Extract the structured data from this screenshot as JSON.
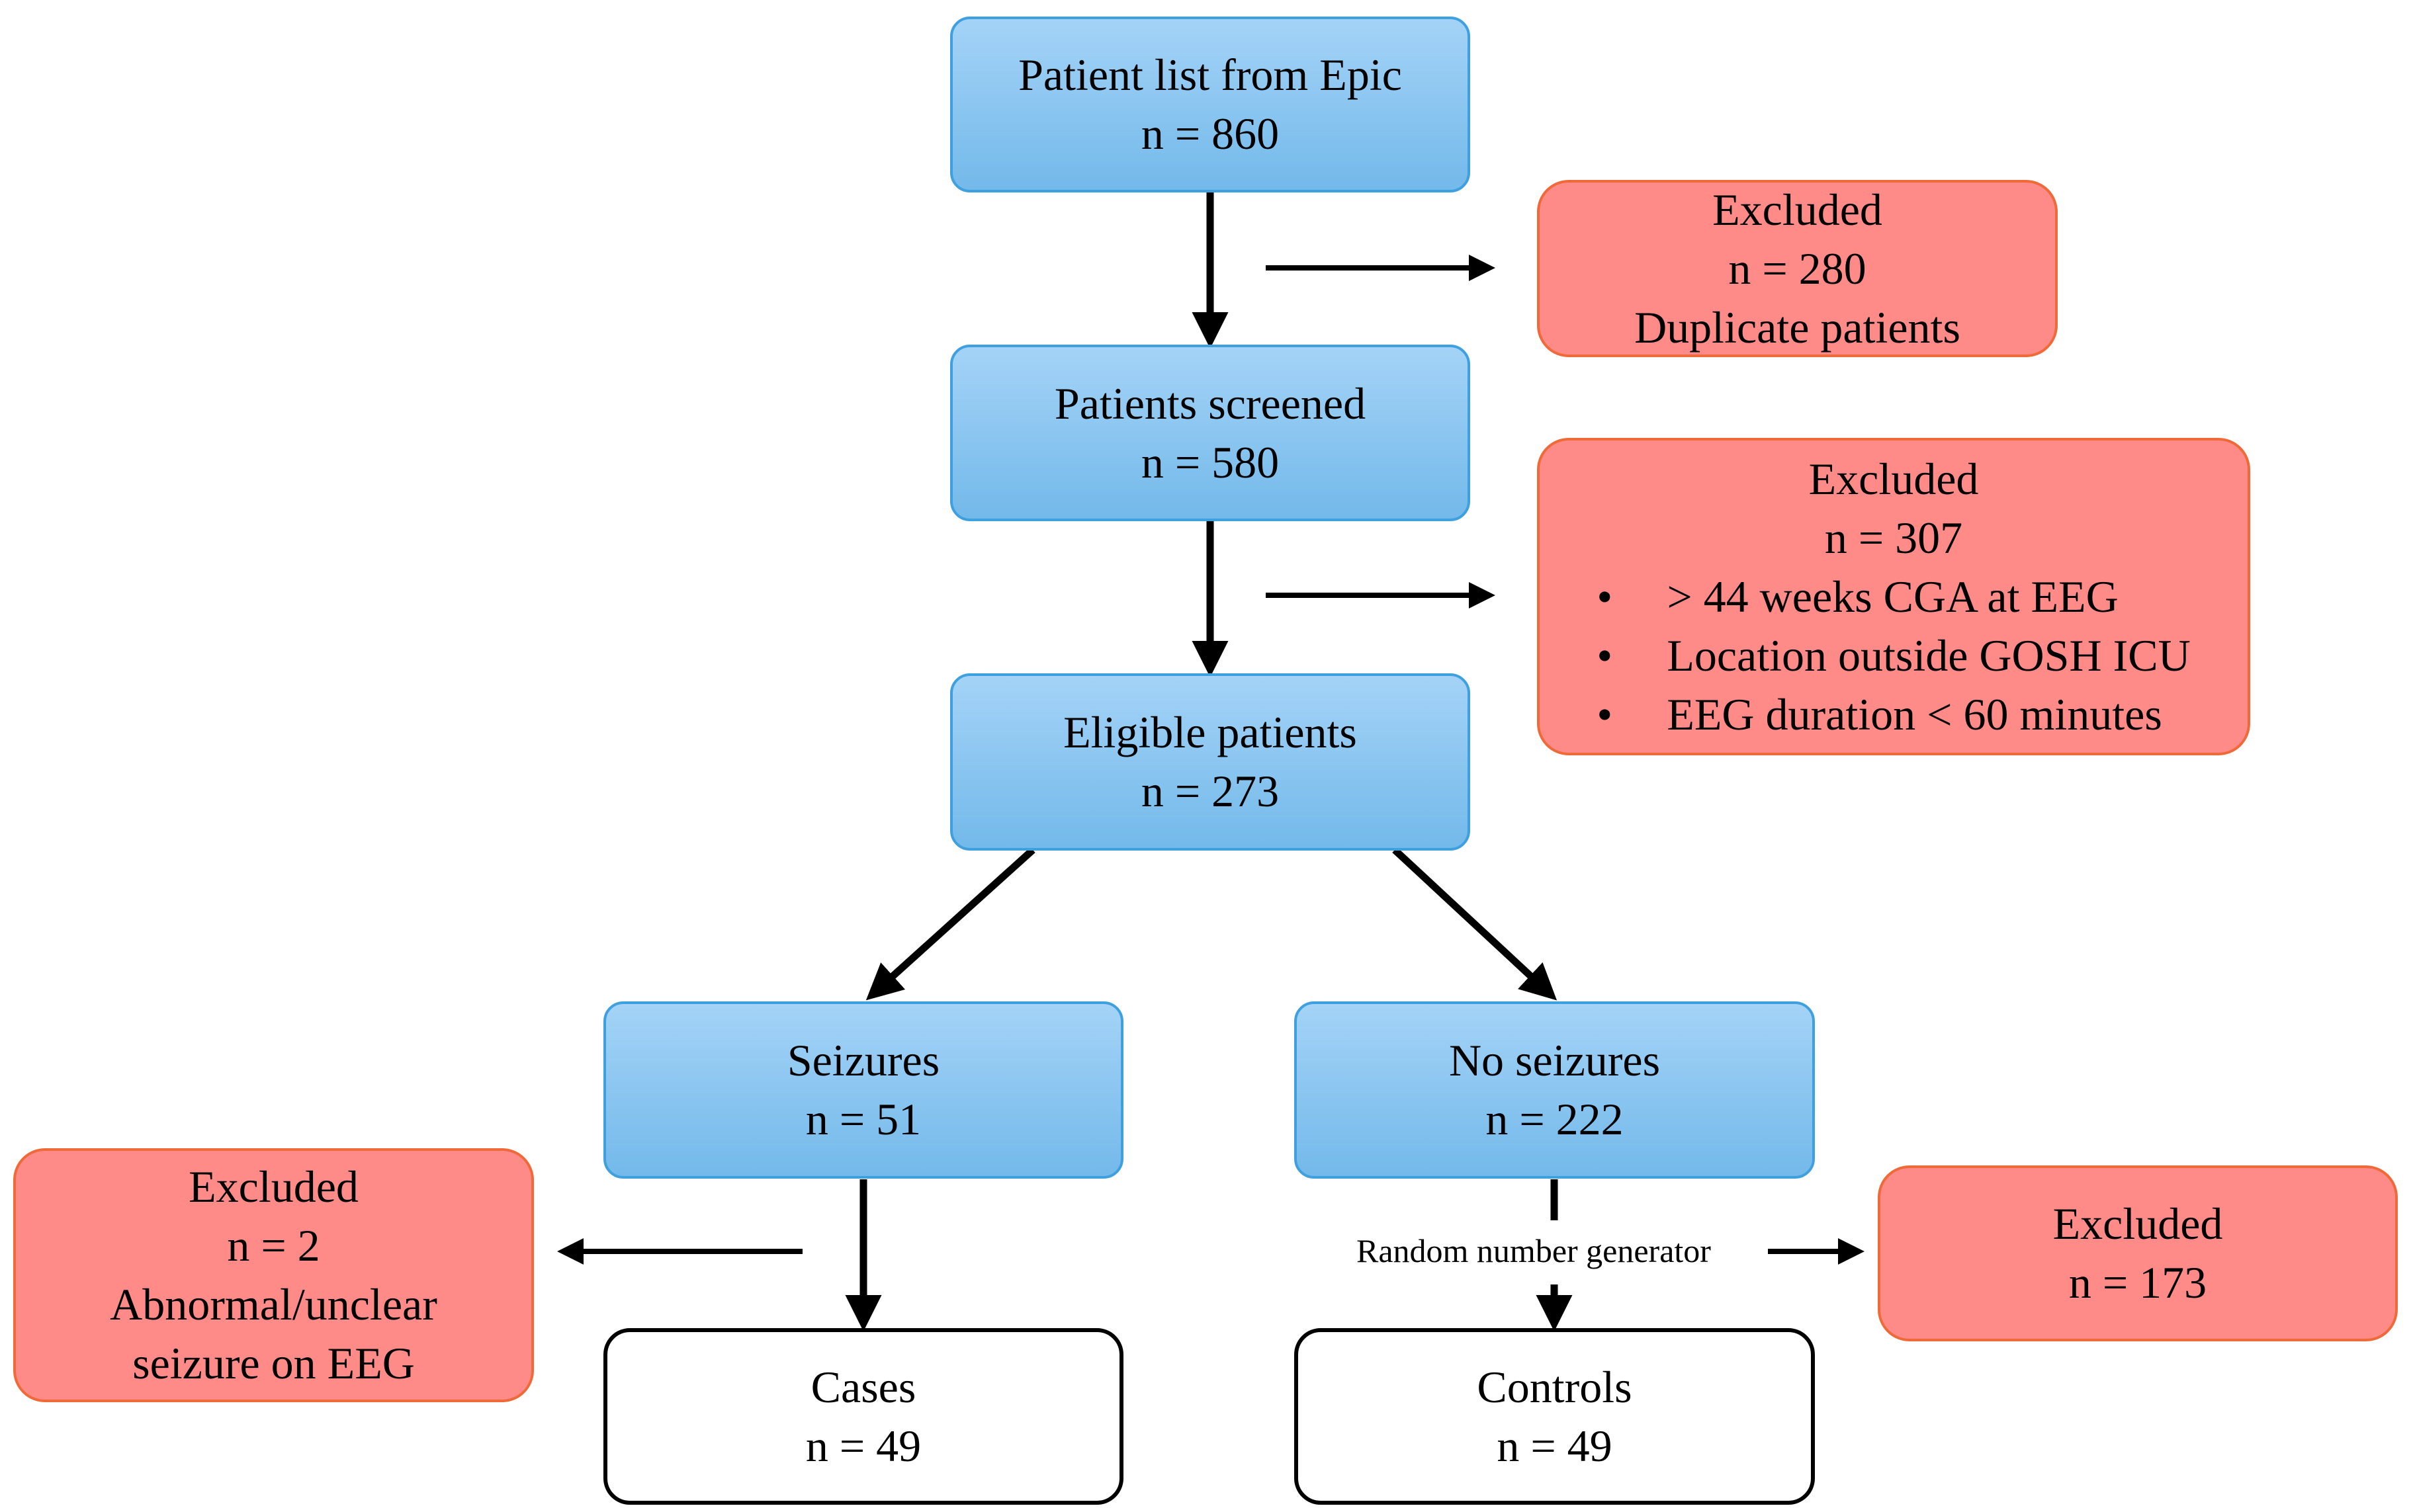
{
  "boxes": {
    "epic": {
      "title": "Patient list from Epic",
      "n": "n = 860"
    },
    "excl1": {
      "title": "Excluded",
      "n": "n = 280",
      "reason": "Duplicate patients"
    },
    "screened": {
      "title": "Patients screened",
      "n": "n = 580"
    },
    "excl2": {
      "title": "Excluded",
      "n": "n = 307",
      "reasons": [
        "> 44 weeks CGA at EEG",
        "Location outside GOSH ICU",
        "EEG duration < 60 minutes"
      ]
    },
    "eligible": {
      "title": "Eligible patients",
      "n": "n = 273"
    },
    "seizures": {
      "title": "Seizures",
      "n": "n = 51"
    },
    "noseiz": {
      "title": "No seizures",
      "n": "n = 222"
    },
    "excl3": {
      "title": "Excluded",
      "n": "n = 2",
      "reason1": "Abnormal/unclear",
      "reason2": "seizure on EEG"
    },
    "excl4": {
      "title": "Excluded",
      "n": "n = 173"
    },
    "cases": {
      "title": "Cases",
      "n": "n = 49"
    },
    "controls": {
      "title": "Controls",
      "n": "n = 49"
    }
  },
  "random_label": "Random number generator",
  "colors": {
    "blue_top": "#a4d3f7",
    "blue_bottom": "#73b9ea",
    "blue_border": "#3fa0df",
    "red_fill": "#ff8b89",
    "red_border": "#ef6a38",
    "arrow": "#000000"
  }
}
